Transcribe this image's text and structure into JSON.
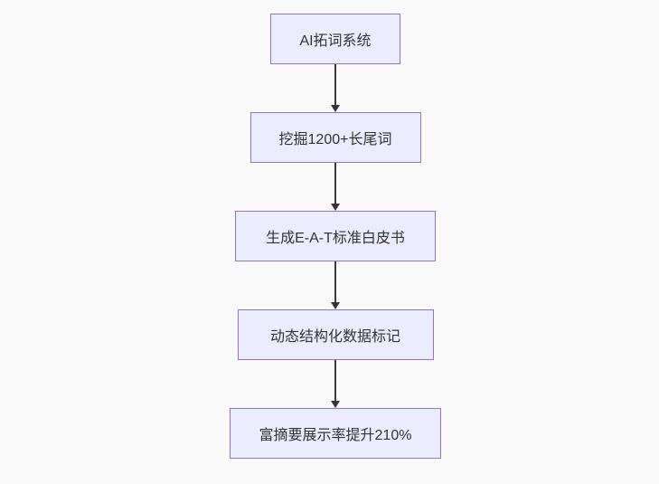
{
  "flowchart": {
    "type": "flowchart",
    "direction": "top-down",
    "nodes": [
      {
        "id": "1",
        "label": "AI拓词系统"
      },
      {
        "id": "2",
        "label": "挖掘1200+长尾词"
      },
      {
        "id": "3",
        "label": "生成E-A-T标准白皮书"
      },
      {
        "id": "4",
        "label": "动态结构化数据标记"
      },
      {
        "id": "5",
        "label": "富摘要展示率提升210%"
      }
    ],
    "edges": [
      {
        "from": "1",
        "to": "2"
      },
      {
        "from": "2",
        "to": "3"
      },
      {
        "from": "3",
        "to": "4"
      },
      {
        "from": "4",
        "to": "5"
      }
    ],
    "colors": {
      "node_fill": "#ECECFF",
      "node_border": "#9370DB",
      "arrow": "#333333",
      "text": "#333333",
      "background": "#FAFAFA"
    }
  }
}
